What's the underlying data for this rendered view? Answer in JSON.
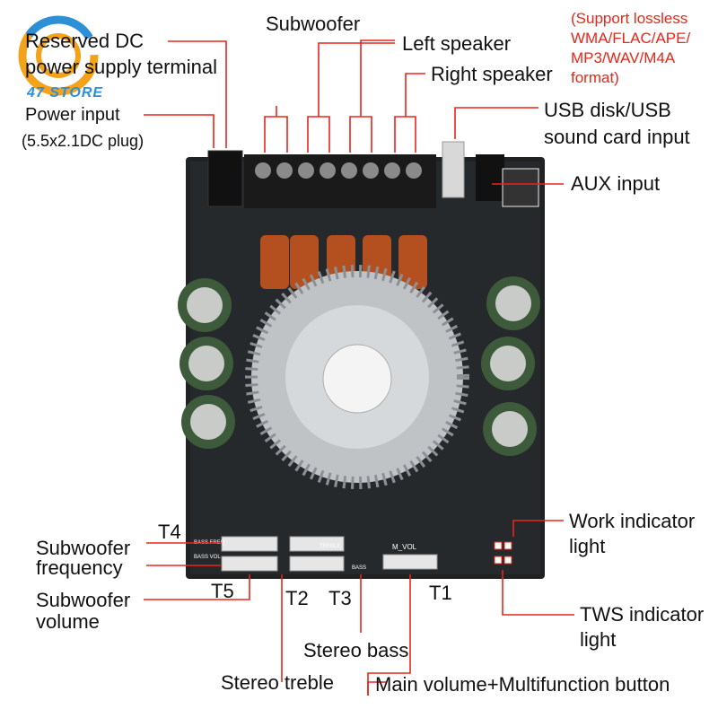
{
  "logo": {
    "text": "47 STORE"
  },
  "labels": {
    "reserved_dc": "Reserved DC",
    "power_supply_terminal": "power supply terminal",
    "power_input": "Power input",
    "power_input_note": "(5.5x2.1DC plug)",
    "subwoofer": "Subwoofer",
    "left_speaker": "Left speaker",
    "right_speaker": "Right speaker",
    "usb_input_1": "USB disk/USB",
    "usb_input_2": "sound card input",
    "aux_input": "AUX input",
    "work_indicator_1": "Work indicator",
    "work_indicator_2": "light",
    "tws_indicator_1": "TWS indicator",
    "tws_indicator_2": "light",
    "t4": "T4",
    "t5": "T5",
    "t2": "T2",
    "t3": "T3",
    "t1": "T1",
    "sub_freq_1": "Subwoofer",
    "sub_freq_2": "frequency",
    "sub_vol_1": "Subwoofer",
    "sub_vol_2": "volume",
    "stereo_bass": "Stereo bass",
    "stereo_treble": "Stereo treble",
    "main_volume": "Main volume+Multifunction button"
  },
  "format_note": [
    "(Support lossless",
    "WMA/FLAC/APE/",
    "MP3/WAV/M4A",
    "format)"
  ],
  "board_silkscreen": {
    "bass_freq": "BASS FREQ",
    "bass_vol": "BASS VOL",
    "m_vol": "M_VOL",
    "treble": "TREBLE",
    "bass": "BASS"
  },
  "colors": {
    "accent_red": "#e8261a",
    "pcb": "#222426",
    "logo_blue": "#2d8fd6"
  }
}
